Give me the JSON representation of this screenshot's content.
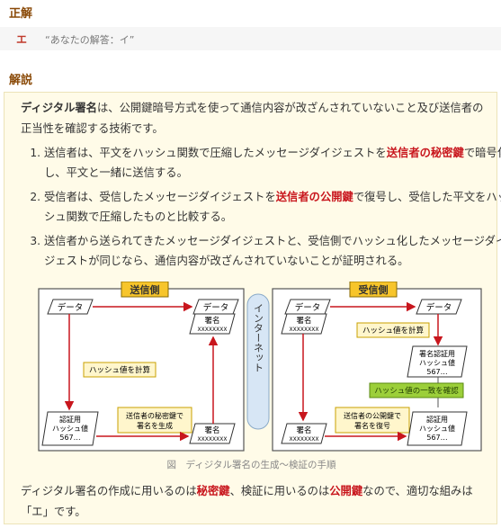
{
  "answer_section": {
    "heading": "正解",
    "answer": "エ",
    "your_answer": "“あなたの解答：イ”"
  },
  "explanation": {
    "heading": "解説",
    "intro_term": "ディジタル署名",
    "intro_rest": "は、公開鍵暗号方式を使って通信内容が改ざんされていないこと及び送信者の正当性を確認する技術です。",
    "steps": [
      {
        "pre": "送信者は、平文をハッシュ関数で圧縮したメッセージダイジェストを",
        "key": "送信者の秘密鍵",
        "post": "で暗号化し、平文と一緒に送信する。"
      },
      {
        "pre": "受信者は、受信したメッセージダイジェストを",
        "key": "送信者の公開鍵",
        "post": "で復号し、受信した平文をハッシュ関数で圧縮したものと比較する。"
      },
      {
        "pre": "送信者から送られてきたメッセージダイジェストと、受信側でハッシュ化したメッセージダイジェストが同じなら、通信内容が改ざんされていないことが証明される。",
        "key": "",
        "post": ""
      }
    ],
    "diagram": {
      "sender_label": "送信側",
      "receiver_label": "受信側",
      "internet_label": "インターネット",
      "data": "データ",
      "signature": "署名",
      "sig_value": "XXXXXXXX",
      "hash_calc": "ハッシュ値を計算",
      "auth_hash_1": "認証用",
      "auth_hash_2": "ハッシュ値",
      "auth_hash_3": "567…",
      "sig_auth_1": "署名認証用",
      "sig_auth_2": "ハッシュ値",
      "sig_auth_3": "567…",
      "gen_note_1": "送信者の秘密鍵で",
      "gen_note_2": "署名を生成",
      "restore_note_1": "送信者の公開鍵で",
      "restore_note_2": "署名を復号",
      "match_check": "ハッシュ値の一致を確認"
    },
    "caption": "図　ディジタル署名の生成〜検証の手順",
    "conclusion": {
      "a": "ディジタル署名の作成に用いるのは",
      "k1": "秘密鍵",
      "b": "、検証に用いるのは",
      "k2": "公開鍵",
      "c": "なので、適切な組みは「エ」です。"
    }
  }
}
